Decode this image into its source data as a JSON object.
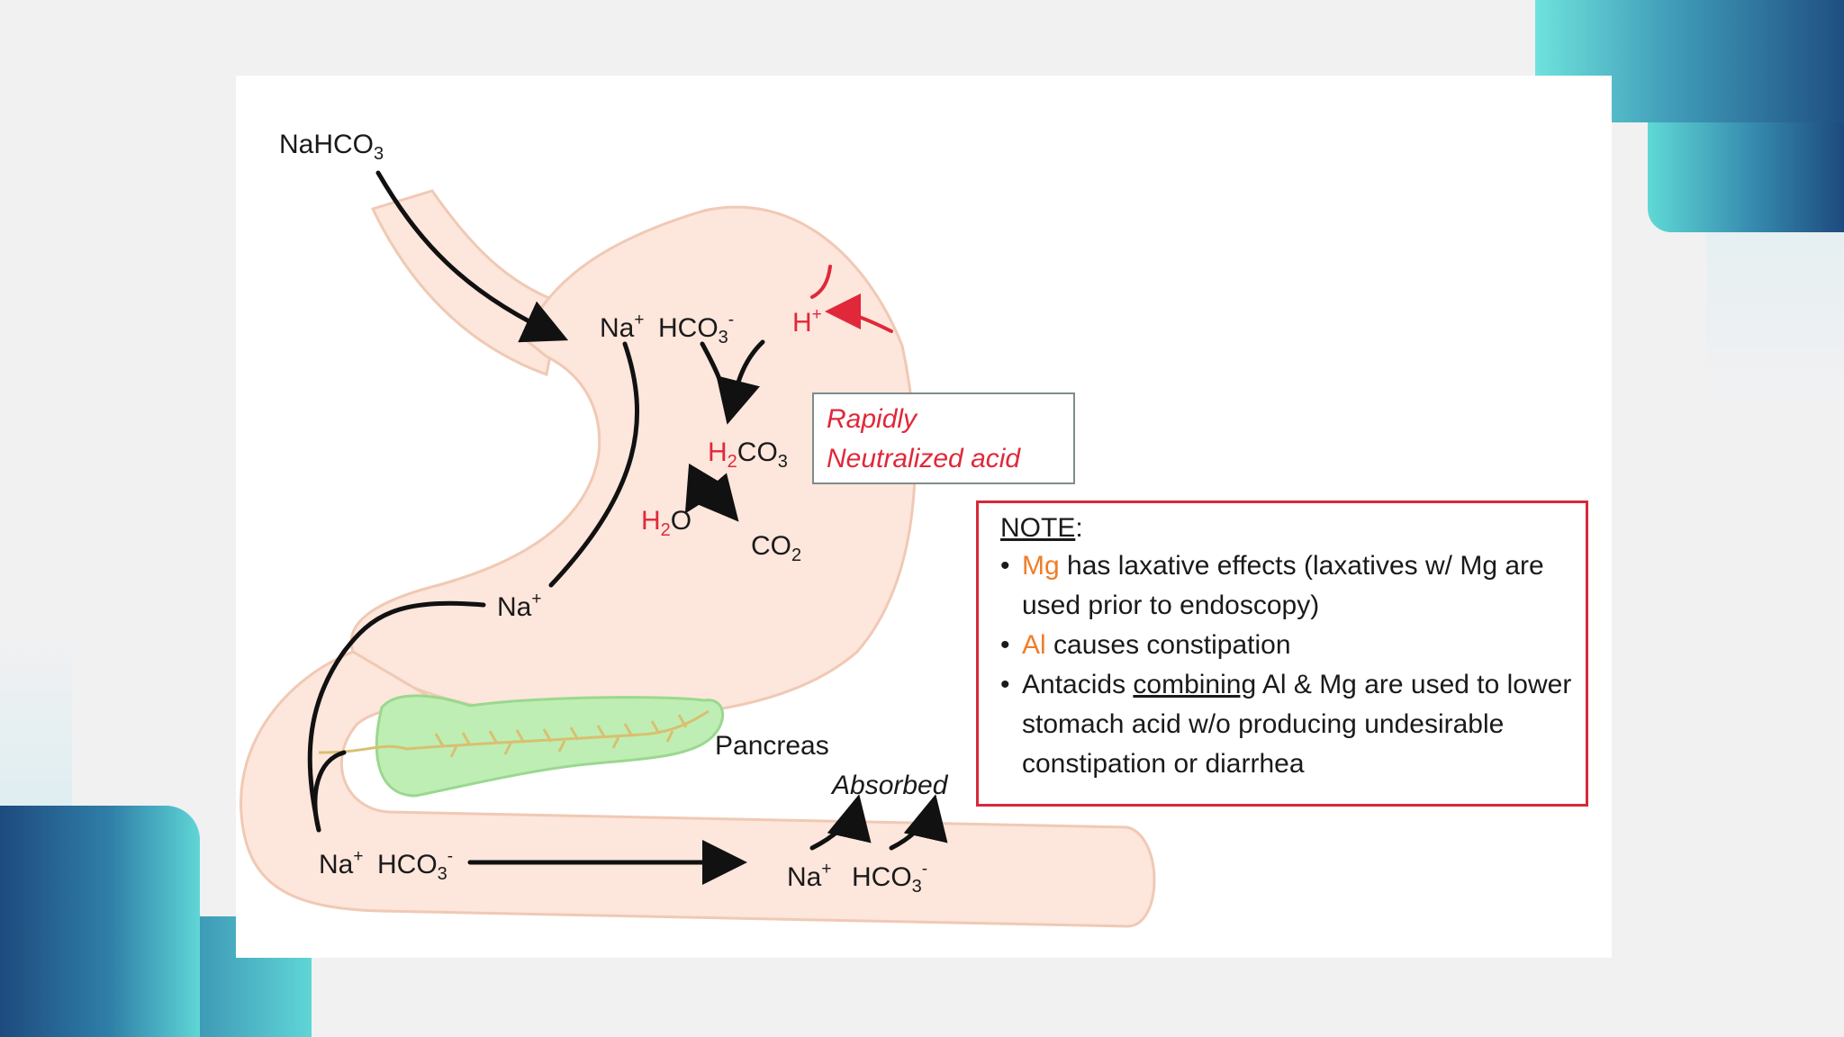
{
  "labels": {
    "nahco3": {
      "base": "NaHCO",
      "sub": "3"
    },
    "top_na": {
      "base": "Na",
      "sup": "+"
    },
    "top_hco3": {
      "base": "HCO",
      "sub": "3",
      "sup": "-"
    },
    "h_plus": {
      "base": "H",
      "sup": "+"
    },
    "h2co3": {
      "a": "H",
      "sub1": "2",
      "b": "CO",
      "sub2": "3"
    },
    "h2o": {
      "a": "H",
      "sub": "2",
      "b": "O"
    },
    "co2": {
      "base": "CO",
      "sub": "2"
    },
    "na_mid": {
      "base": "Na",
      "sup": "+"
    },
    "pancreas": "Pancreas",
    "absorbed": "Absorbed",
    "bottom_left_na": {
      "base": "Na",
      "sup": "+"
    },
    "bottom_left_hco3": {
      "base": "HCO",
      "sub": "3",
      "sup": "-"
    },
    "bottom_right_na": {
      "base": "Na",
      "sup": "+"
    },
    "bottom_right_hco3": {
      "base": "HCO",
      "sub": "3",
      "sup": "-"
    }
  },
  "callout": {
    "line1": "Rapidly",
    "line2": "Neutralized acid"
  },
  "note": {
    "title": "NOTE",
    "title_colon": ":",
    "bullet1": {
      "mg": "Mg",
      "text": " has laxative effects (laxatives w/ Mg are used prior to endoscopy)"
    },
    "bullet2": {
      "al": "Al",
      "text": " causes constipation"
    },
    "bullet3": {
      "pre": "Antacids ",
      "underlined": "combining",
      "text": " Al & Mg are used to lower stomach acid w/o producing undesirable constipation or diarrhea"
    }
  },
  "colors": {
    "organ_fill": "#fde6dc",
    "organ_stroke": "#f0c9b4",
    "pancreas_fill": "#bfeeb4",
    "pancreas_stroke": "#9ad88f",
    "duct": "#d8c070",
    "arrow": "#111111",
    "red": "#e0283a",
    "accent_orange": "#ef7d2a"
  }
}
